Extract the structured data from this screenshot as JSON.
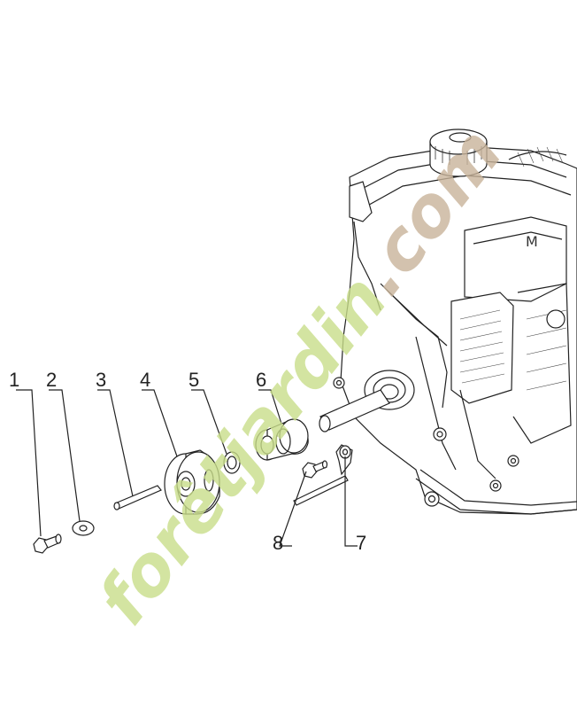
{
  "diagram": {
    "callouts": [
      {
        "id": "1",
        "label": "1"
      },
      {
        "id": "2",
        "label": "2"
      },
      {
        "id": "3",
        "label": "3"
      },
      {
        "id": "4",
        "label": "4"
      },
      {
        "id": "5",
        "label": "5"
      },
      {
        "id": "6",
        "label": "6"
      },
      {
        "id": "7",
        "label": "7"
      },
      {
        "id": "8",
        "label": "8"
      }
    ]
  },
  "watermark": {
    "text": "forêtjardin.com",
    "logo_colors": {
      "green": "#c9de8a",
      "brown": "#c9b49a"
    }
  }
}
